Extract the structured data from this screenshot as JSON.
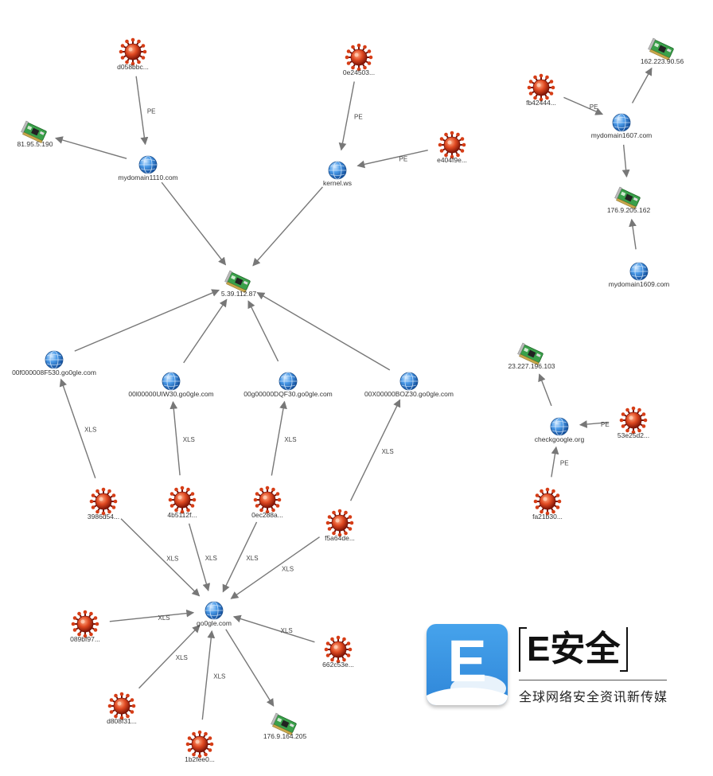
{
  "nodes": [
    {
      "id": "d058",
      "label": "d058bbc...",
      "kind": "malware"
    },
    {
      "id": "0e24",
      "label": "0e24503...",
      "kind": "malware"
    },
    {
      "id": "fb42",
      "label": "fb42444...",
      "kind": "malware"
    },
    {
      "id": "ip162",
      "label": "162.223.90.56",
      "kind": "ip"
    },
    {
      "id": "ip81",
      "label": "81.95.5.190",
      "kind": "ip"
    },
    {
      "id": "md1110",
      "label": "mydomain1110.com",
      "kind": "domain"
    },
    {
      "id": "kernel",
      "label": "kernel.ws",
      "kind": "domain"
    },
    {
      "id": "e404",
      "label": "e404f9e...",
      "kind": "malware"
    },
    {
      "id": "md1607",
      "label": "mydomain1607.com",
      "kind": "domain"
    },
    {
      "id": "ip176a",
      "label": "176.9.205.162",
      "kind": "ip"
    },
    {
      "id": "md1609",
      "label": "mydomain1609.com",
      "kind": "domain"
    },
    {
      "id": "ip5",
      "label": "5.39.112.87",
      "kind": "ip"
    },
    {
      "id": "d00f",
      "label": "00f000008F530.go0gle.com",
      "kind": "domain"
    },
    {
      "id": "d00l",
      "label": "00l00000UIW30.go0gle.com",
      "kind": "domain"
    },
    {
      "id": "d00g",
      "label": "00g00000DQF30.go0gle.com",
      "kind": "domain"
    },
    {
      "id": "d00x",
      "label": "00X00000BOZ30.go0gle.com",
      "kind": "domain"
    },
    {
      "id": "ip23",
      "label": "23.227.196.103",
      "kind": "ip"
    },
    {
      "id": "checkg",
      "label": "checkgoogle.org",
      "kind": "domain"
    },
    {
      "id": "m53e",
      "label": "53e25d2...",
      "kind": "malware"
    },
    {
      "id": "fa21",
      "label": "fa21b30...",
      "kind": "malware"
    },
    {
      "id": "m3986",
      "label": "3986d54...",
      "kind": "malware"
    },
    {
      "id": "m4b51",
      "label": "4b5112f...",
      "kind": "malware"
    },
    {
      "id": "m0ec2",
      "label": "0ec288a...",
      "kind": "malware"
    },
    {
      "id": "mf5a6",
      "label": "f5a64de...",
      "kind": "malware"
    },
    {
      "id": "go0gle",
      "label": "go0gle.com",
      "kind": "domain"
    },
    {
      "id": "m089b",
      "label": "089bf97...",
      "kind": "malware"
    },
    {
      "id": "m662c",
      "label": "662c53e...",
      "kind": "malware"
    },
    {
      "id": "md808",
      "label": "d808f31...",
      "kind": "malware"
    },
    {
      "id": "m1b2f",
      "label": "1b2fee0...",
      "kind": "malware"
    },
    {
      "id": "ip176b",
      "label": "176.9.164.205",
      "kind": "ip"
    }
  ],
  "edges": [
    {
      "from": "d058",
      "to": "md1110",
      "label": "PE"
    },
    {
      "from": "0e24",
      "to": "kernel",
      "label": "PE"
    },
    {
      "from": "e404",
      "to": "kernel",
      "label": "PE"
    },
    {
      "from": "md1110",
      "to": "ip81",
      "label": ""
    },
    {
      "from": "md1110",
      "to": "ip5",
      "label": ""
    },
    {
      "from": "kernel",
      "to": "ip5",
      "label": ""
    },
    {
      "from": "fb42",
      "to": "md1607",
      "label": "PE"
    },
    {
      "from": "md1607",
      "to": "ip162",
      "label": ""
    },
    {
      "from": "md1607",
      "to": "ip176a",
      "label": ""
    },
    {
      "from": "md1609",
      "to": "ip176a",
      "label": ""
    },
    {
      "from": "d00f",
      "to": "ip5",
      "label": ""
    },
    {
      "from": "d00l",
      "to": "ip5",
      "label": ""
    },
    {
      "from": "d00g",
      "to": "ip5",
      "label": ""
    },
    {
      "from": "d00x",
      "to": "ip5",
      "label": ""
    },
    {
      "from": "m3986",
      "to": "d00f",
      "label": "XLS"
    },
    {
      "from": "m4b51",
      "to": "d00l",
      "label": "XLS"
    },
    {
      "from": "m0ec2",
      "to": "d00g",
      "label": "XLS"
    },
    {
      "from": "mf5a6",
      "to": "d00x",
      "label": "XLS"
    },
    {
      "from": "m3986",
      "to": "go0gle",
      "label": "XLS"
    },
    {
      "from": "m4b51",
      "to": "go0gle",
      "label": "XLS"
    },
    {
      "from": "m0ec2",
      "to": "go0gle",
      "label": "XLS"
    },
    {
      "from": "mf5a6",
      "to": "go0gle",
      "label": "XLS"
    },
    {
      "from": "m089b",
      "to": "go0gle",
      "label": "XLS"
    },
    {
      "from": "m662c",
      "to": "go0gle",
      "label": "XLS"
    },
    {
      "from": "md808",
      "to": "go0gle",
      "label": "XLS"
    },
    {
      "from": "m1b2f",
      "to": "go0gle",
      "label": "XLS"
    },
    {
      "from": "go0gle",
      "to": "ip176b",
      "label": ""
    },
    {
      "from": "m53e",
      "to": "checkg",
      "label": "PE"
    },
    {
      "from": "fa21",
      "to": "checkg",
      "label": "PE"
    },
    {
      "from": "checkg",
      "to": "ip23",
      "label": ""
    }
  ],
  "brand": {
    "logo_letter": "E",
    "name": "E安全",
    "slogan": "全球网络安全资讯新传媒",
    "logo_color": "#3b95e2"
  },
  "colors": {
    "edge": "#777777",
    "malware": "#c8321a",
    "domain": "#2a78d0",
    "ip": "#3aa04a"
  }
}
